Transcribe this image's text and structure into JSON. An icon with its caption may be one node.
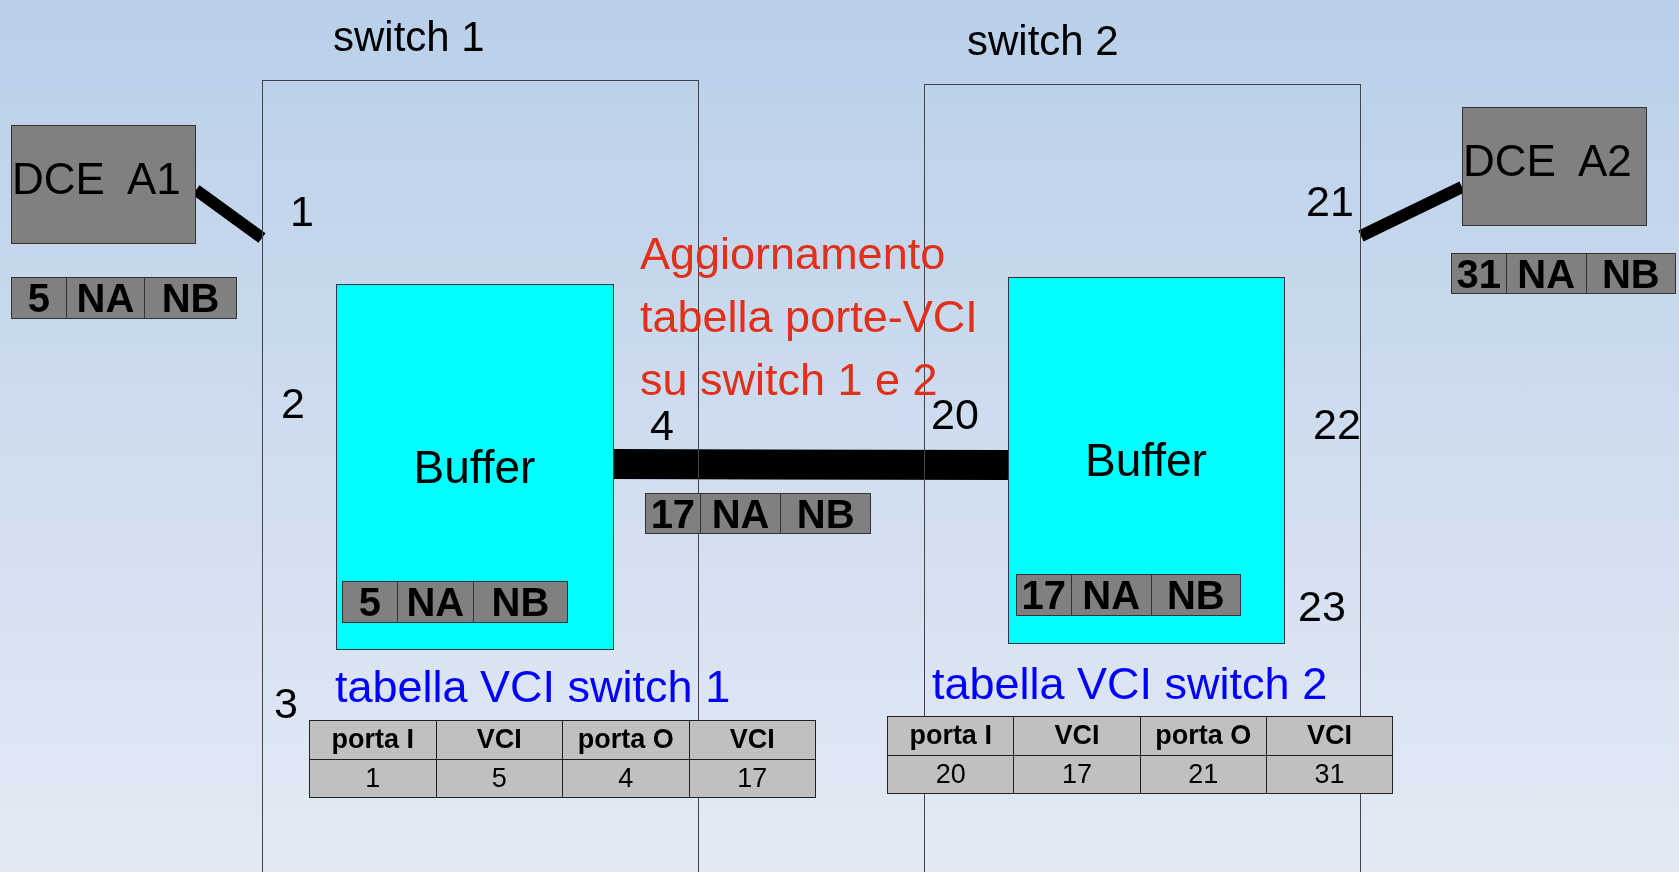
{
  "diagram": {
    "nodes": [
      {
        "text": [
          "switch 1"
        ]
      },
      {
        "text": [
          "Buffer"
        ],
        "in": 0
      },
      {
        "text": [
          "5",
          "NA",
          "NB"
        ],
        "in": 1
      },
      {
        "text": [
          "switch 2"
        ]
      },
      {
        "text": [
          "Buffer"
        ],
        "in": 3
      },
      {
        "text": [
          "17",
          "NA",
          "NB"
        ],
        "in": 4
      },
      {
        "text": [
          "DCE  A1"
        ]
      },
      {
        "text": [
          "DCE  A2"
        ]
      },
      {
        "text": [
          "5",
          "NA",
          "NB"
        ]
      },
      {
        "text": [
          "31",
          "NA",
          "NB"
        ]
      },
      {
        "text": [
          "17",
          "NA",
          "NB"
        ]
      }
    ],
    "edges": [
      {
        "from": 6,
        "to": 0,
        "arrow": "none"
      },
      {
        "from": 1,
        "to": 4,
        "arrow": "none",
        "style": "thick"
      },
      {
        "from": 7,
        "to": 3,
        "arrow": "none"
      }
    ],
    "labels": [
      "1",
      "Aggiornamento tabella porte-VCI su switch 1 e 2",
      "21",
      "2",
      "4",
      "20",
      "22",
      "23",
      "3",
      "tabella VCI switch 1",
      "tabella VCI switch 2",
      "porta I",
      "VCI",
      "porta O",
      "VCI",
      "1",
      "5",
      "4",
      "17",
      "porta I",
      "VCI",
      "porta O",
      "VCI",
      "20",
      "17",
      "21",
      "31"
    ]
  }
}
